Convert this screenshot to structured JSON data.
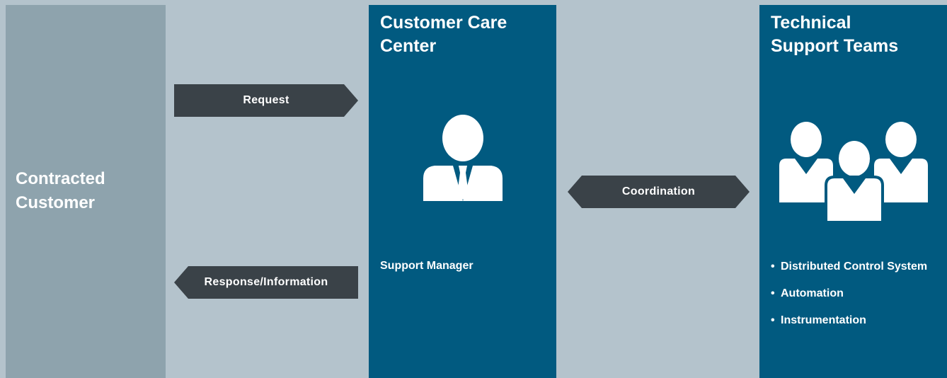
{
  "columns": {
    "customer": {
      "title": "Contracted\nCustomer"
    },
    "ccc": {
      "title": "Customer Care\nCenter",
      "role": "Support Manager"
    },
    "tech": {
      "title": "Technical\nSupport Teams",
      "items": [
        "Distributed Control System",
        "Automation",
        "Instrumentation"
      ]
    }
  },
  "arrows": {
    "request": "Request",
    "response": "Response/Information",
    "coordination": "Coordination"
  },
  "colors": {
    "background": "#b4c3cc",
    "customer_panel": "#8ea3ad",
    "blue_panel": "#015a80",
    "arrow_fill": "#3a4248",
    "text": "#ffffff"
  },
  "icons": {
    "ccc": "person-icon",
    "tech": "team-icon"
  }
}
